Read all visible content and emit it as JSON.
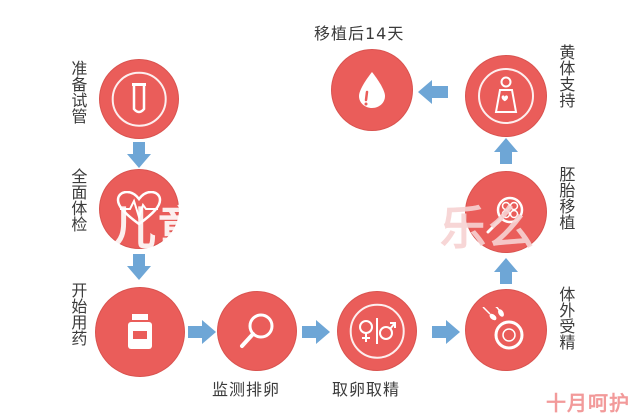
{
  "steps": {
    "prepare": {
      "label": "准备试管",
      "icon": "test-tube-icon"
    },
    "exam": {
      "label": "全面体检",
      "icon": "heartbeat-icon"
    },
    "medication": {
      "label": "开始用药",
      "icon": "pill-bottle-icon"
    },
    "monitor": {
      "label": "监测排卵",
      "icon": "magnifier-icon"
    },
    "retrieve": {
      "label": "取卵取精",
      "icon": "gender-symbols-icon"
    },
    "fertilize": {
      "label": "体外受精",
      "icon": "egg-sperm-icon"
    },
    "transfer": {
      "label": "胚胎移植",
      "icon": "embryo-icon"
    },
    "support": {
      "label": "黄体支持",
      "icon": "pregnant-woman-icon"
    },
    "after": {
      "label": "移植后14天",
      "icon": "blood-drop-icon"
    }
  },
  "watermark": {
    "main_left": "儿童",
    "main_right": "乐么",
    "corner": "十月呵护"
  },
  "colors": {
    "circle": "#ea5d5a",
    "arrow": "#6ea6d6",
    "text": "#3b3b3b"
  }
}
